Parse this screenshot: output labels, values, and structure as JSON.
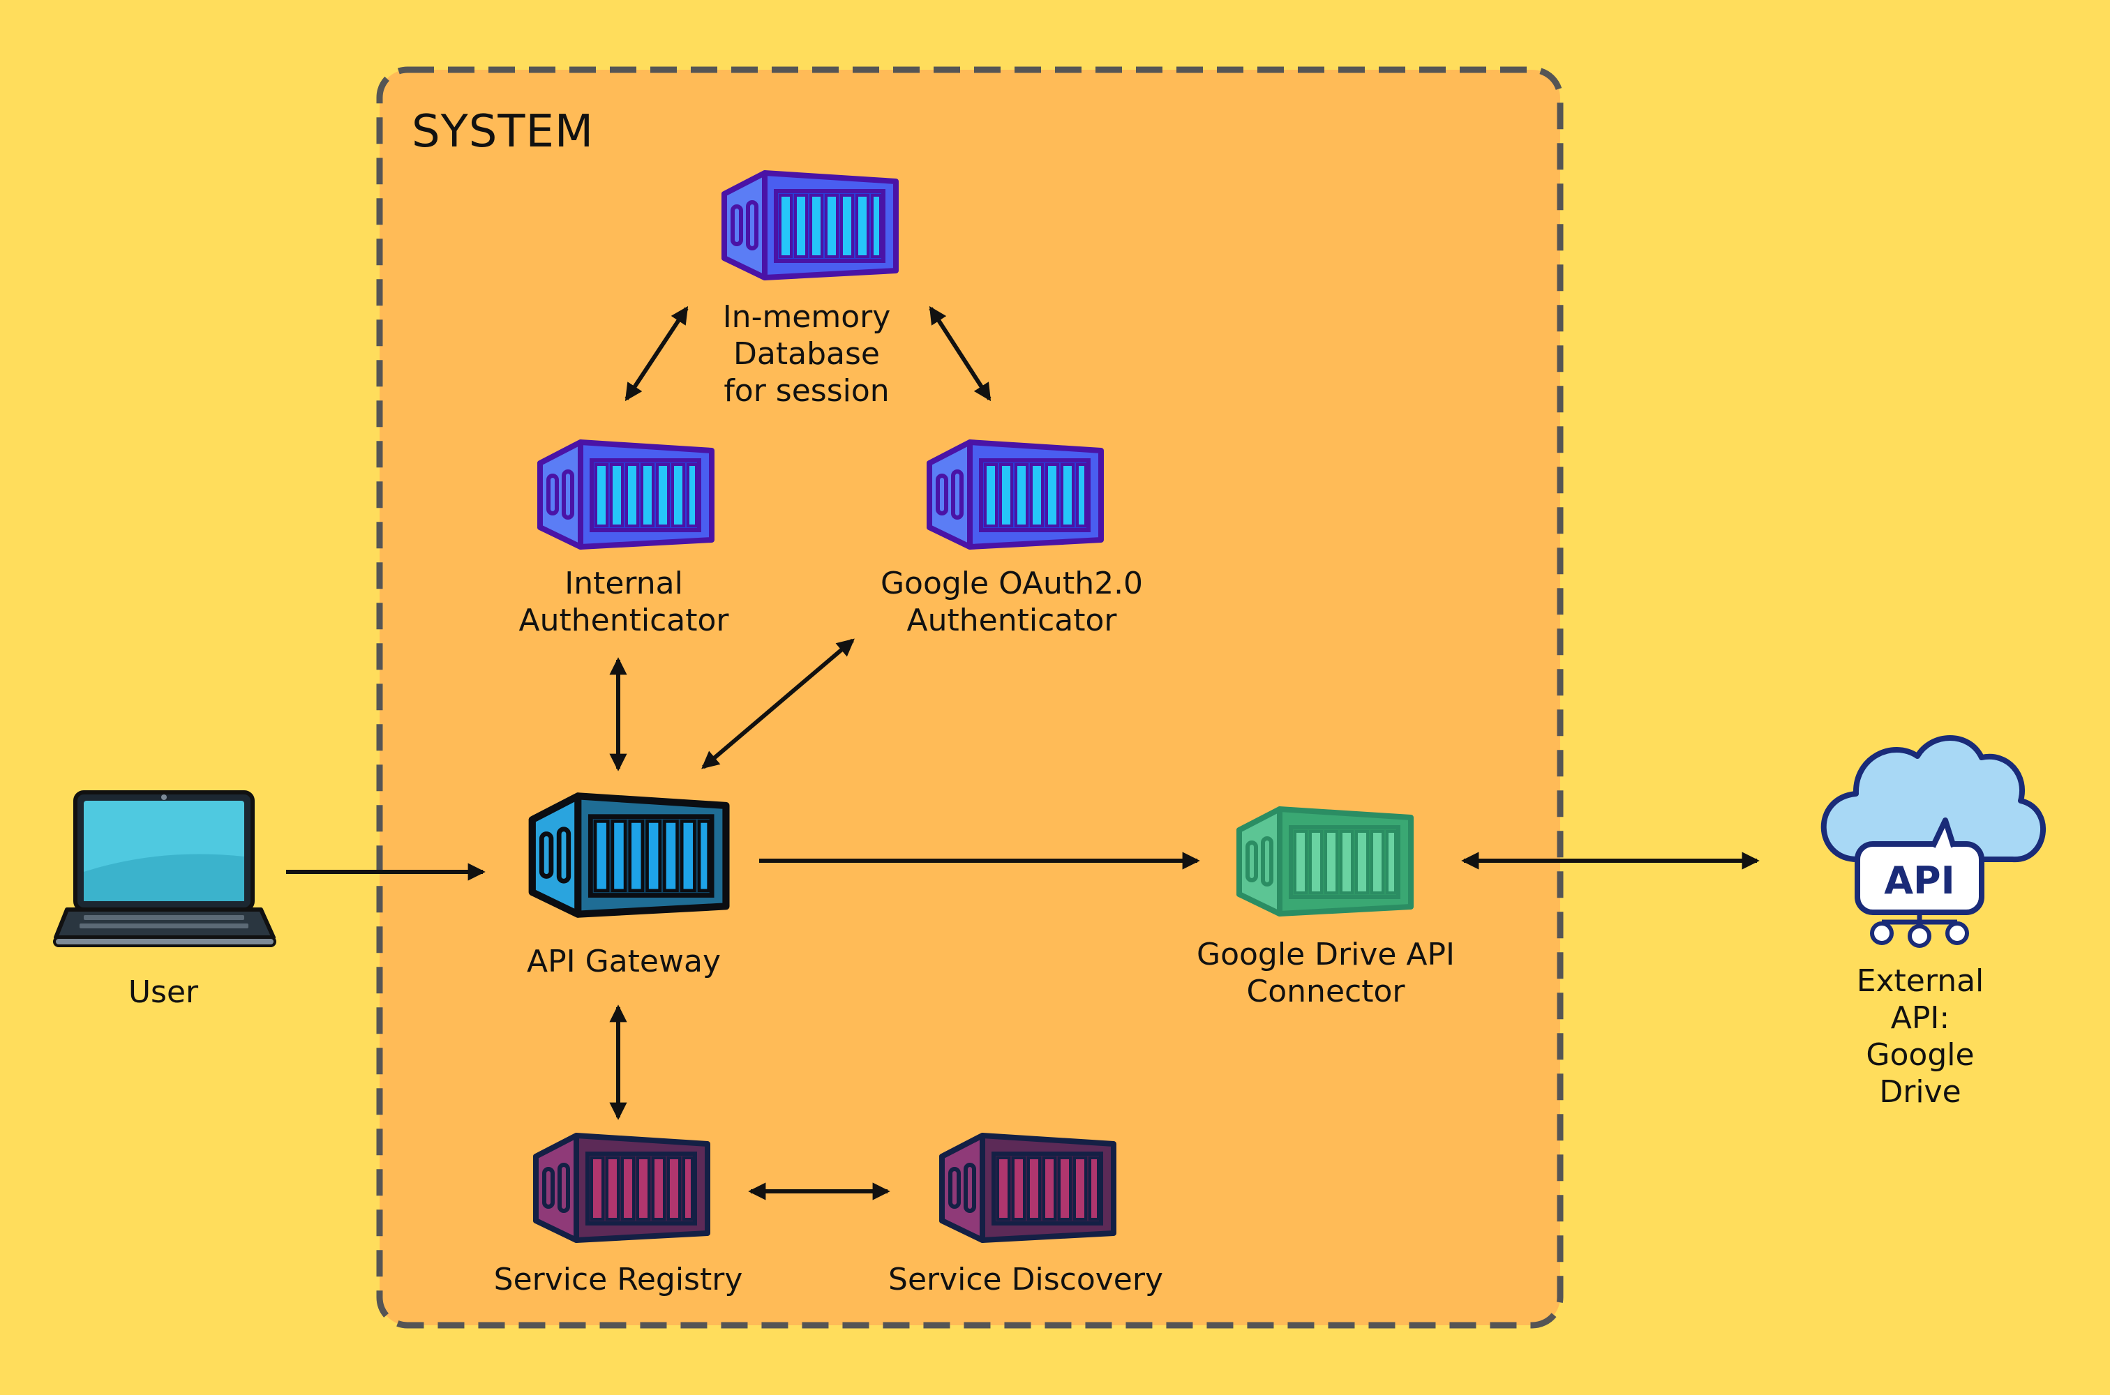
{
  "system": {
    "title": "SYSTEM"
  },
  "nodes": {
    "inmemory_db": {
      "label": "In-memory\nDatabase\nfor session",
      "icon": "container-icon",
      "palette": "blue"
    },
    "internal_auth": {
      "label": "Internal\nAuthenticator",
      "icon": "container-icon",
      "palette": "blue"
    },
    "google_oauth": {
      "label": "Google OAuth2.0\nAuthenticator",
      "icon": "container-icon",
      "palette": "blue"
    },
    "api_gateway": {
      "label": "API Gateway",
      "icon": "container-icon",
      "palette": "dark"
    },
    "drive_connector": {
      "label": "Google Drive API\nConnector",
      "icon": "container-icon",
      "palette": "green"
    },
    "service_registry": {
      "label": "Service Registry",
      "icon": "container-icon",
      "palette": "maroon"
    },
    "service_discovery": {
      "label": "Service Discovery",
      "icon": "container-icon",
      "palette": "maroon"
    },
    "user": {
      "label": "User",
      "icon": "laptop-icon"
    },
    "external_api": {
      "label": "External API:\nGoogle Drive",
      "icon": "cloud-api-icon",
      "badge": "API"
    }
  },
  "colors": {
    "background": "#ffdd5c",
    "system_fill": "#ffbb57",
    "system_border": "#555555",
    "arrow": "#111111"
  }
}
